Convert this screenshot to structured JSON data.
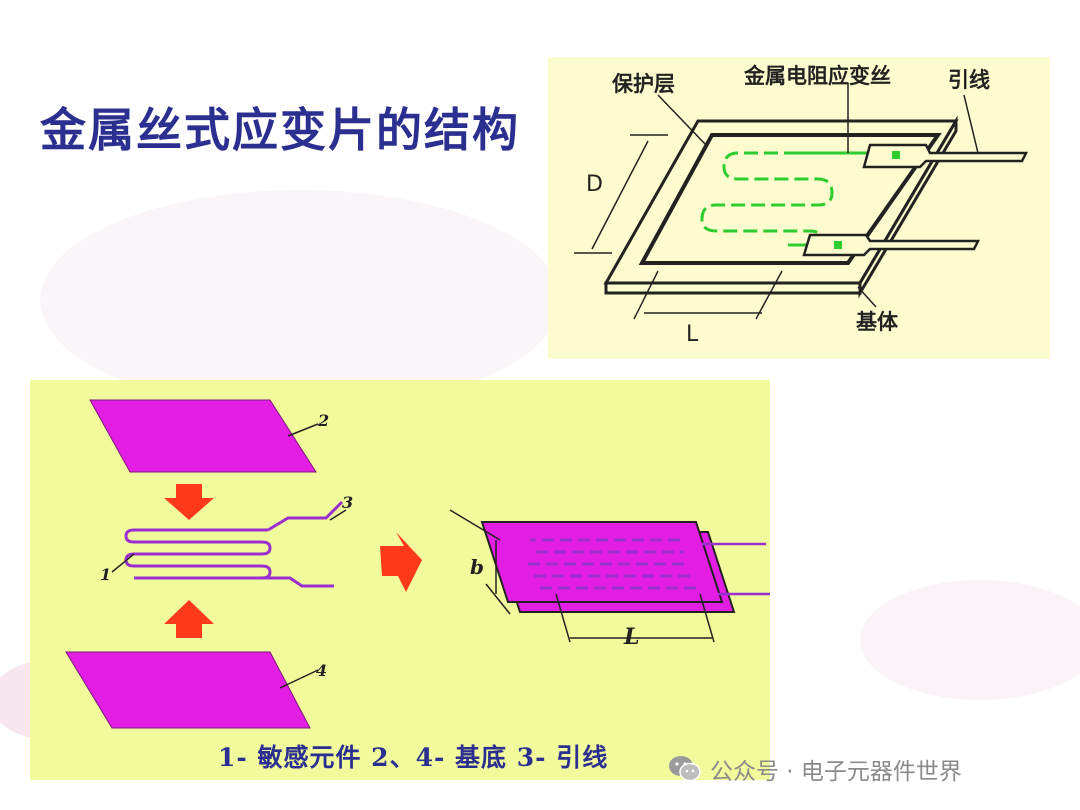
{
  "slide": {
    "title": "金属丝式应变片的结构"
  },
  "top_diagram": {
    "labels": {
      "protective_layer": "保护层",
      "wire": "金属电阻应变丝",
      "lead": "引线",
      "substrate": "基体",
      "dim_d": "D",
      "dim_l": "L"
    },
    "colors": {
      "background": "#fdfccf",
      "wire": "#2ecc2e",
      "outline": "#222222"
    }
  },
  "bottom_diagram": {
    "part_numbers": {
      "p1": "1",
      "p2": "2",
      "p3": "3",
      "p4": "4"
    },
    "dim_b": "b",
    "dim_l": "L",
    "caption": "1- 敏感元件  2、4- 基底  3- 引线",
    "colors": {
      "background": "#f2fb9c",
      "substrate": "#e31de3",
      "arrow": "#ff3a1a",
      "wire": "#9a2fd0"
    }
  },
  "watermark": {
    "text": "公众号 · 电子元器件世界",
    "icon": "wechat-icon"
  }
}
